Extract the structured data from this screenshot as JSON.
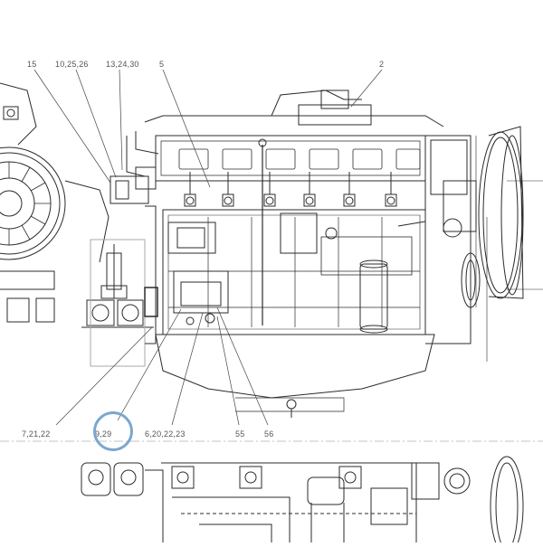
{
  "callouts": {
    "c15": "15",
    "c10": "10,25,26",
    "c13": "13,24,30",
    "c5": "5",
    "c2": "2",
    "c7": "7,21,22",
    "c9": "9,29",
    "c6": "6,20,22,23",
    "c55": "55",
    "c56": "56"
  },
  "highlight": {
    "target": "c9",
    "color": "#7aa7cf"
  }
}
